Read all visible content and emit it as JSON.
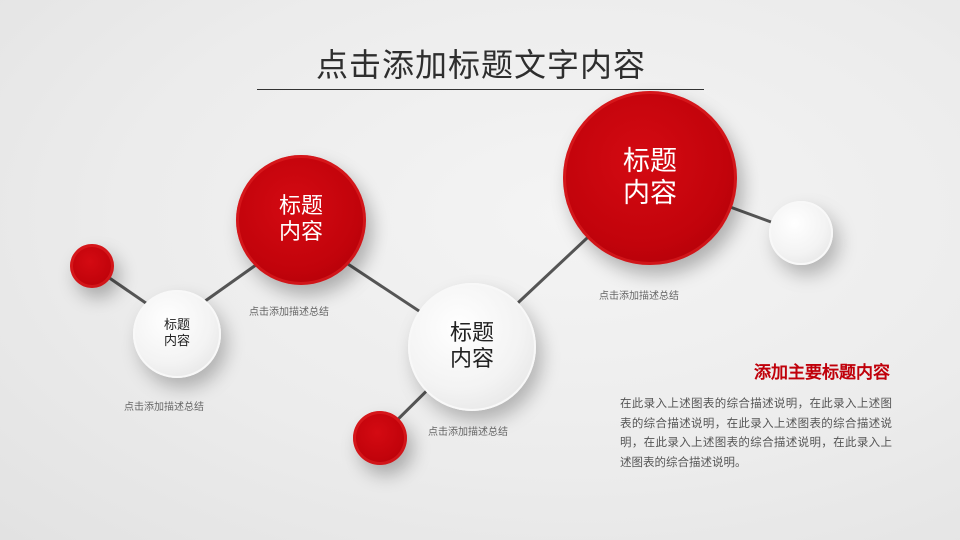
{
  "title": "点击添加标题文字内容",
  "nodes": [
    {
      "id": "dot-left",
      "style": "red",
      "label": ""
    },
    {
      "id": "small-white",
      "style": "white",
      "line1": "标题",
      "line2": "内容",
      "caption": "点击添加描述总结"
    },
    {
      "id": "mid-red",
      "style": "red",
      "line1": "标题",
      "line2": "内容",
      "caption": "点击添加描述总结"
    },
    {
      "id": "center-white",
      "style": "white",
      "line1": "标题",
      "line2": "内容",
      "caption": "点击添加描述总结"
    },
    {
      "id": "dot-bottom",
      "style": "red",
      "label": ""
    },
    {
      "id": "big-red",
      "style": "red",
      "line1": "标题",
      "line2": "内容",
      "caption": "点击添加描述总结"
    },
    {
      "id": "dot-right",
      "style": "white",
      "label": ""
    }
  ],
  "side_panel": {
    "heading": "添加主要标题内容",
    "body": "在此录入上述图表的综合描述说明，在此录入上述图表的综合描述说明，在此录入上述图表的综合描述说明，在此录入上述图表的综合描述说明，在此录入上述图表的综合描述说明。"
  },
  "colors": {
    "accent_red": "#c0000a",
    "line": "#555555",
    "text": "#2e2e2e"
  }
}
